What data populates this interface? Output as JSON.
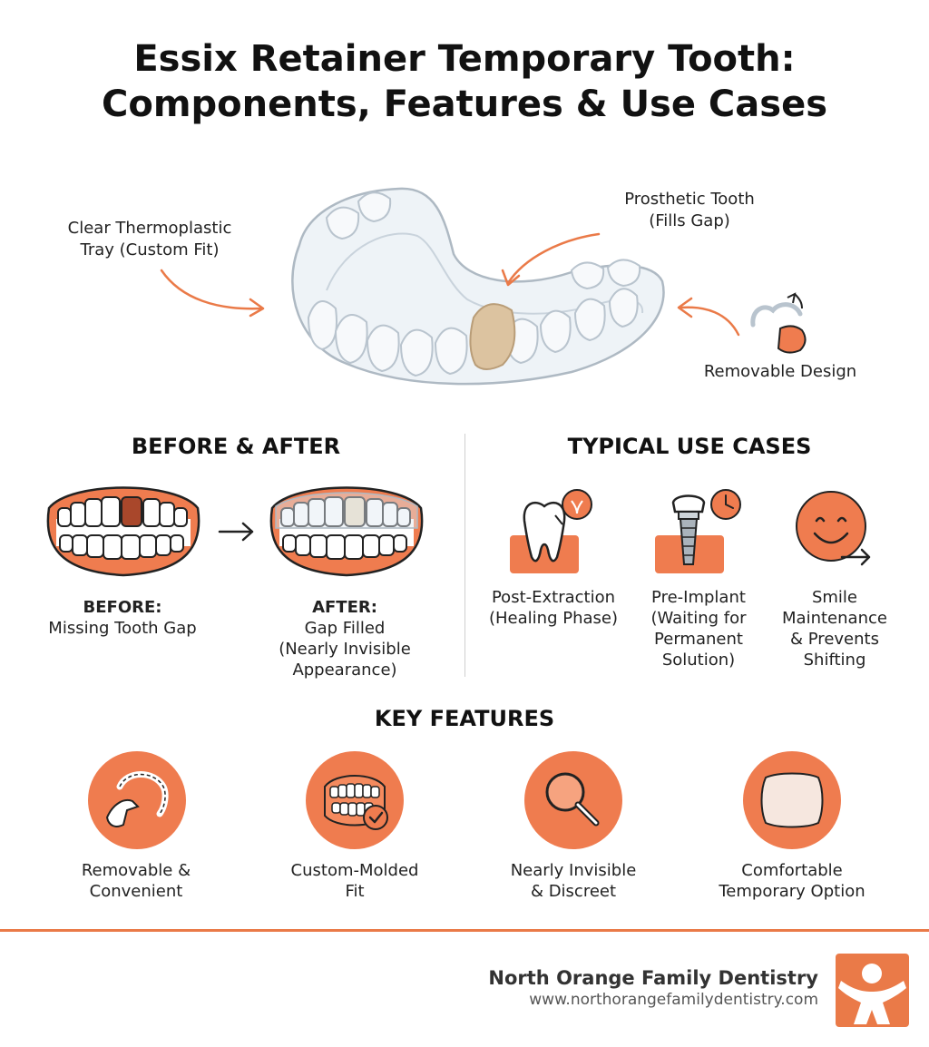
{
  "title": {
    "line1": "Essix Retainer Temporary Tooth:",
    "line2": "Components, Features & Use Cases"
  },
  "callouts": {
    "tray": {
      "line1": "Clear Thermoplastic",
      "line2": "Tray (Custom Fit)"
    },
    "prosthetic": {
      "line1": "Prosthetic Tooth",
      "line2": "(Fills Gap)"
    },
    "removable": "Removable Design"
  },
  "before_after": {
    "heading": "BEFORE & AFTER",
    "before": {
      "label": "BEFORE:",
      "text": "Missing Tooth Gap"
    },
    "after": {
      "label": "AFTER:",
      "line1": "Gap Filled",
      "line2": "(Nearly Invisible",
      "line3": "Appearance)"
    }
  },
  "use_cases": {
    "heading": "TYPICAL USE CASES",
    "items": [
      {
        "line1": "Post-Extraction",
        "line2": "(Healing Phase)",
        "icon": "extraction-tooth-icon"
      },
      {
        "line1": "Pre-Implant",
        "line2": "(Waiting for",
        "line3": "Permanent",
        "line4": "Solution)",
        "icon": "implant-clock-icon"
      },
      {
        "line1": "Smile",
        "line2": "Maintenance",
        "line3": "& Prevents",
        "line4": "Shifting",
        "icon": "smile-arrow-icon"
      }
    ]
  },
  "key_features": {
    "heading": "KEY FEATURES",
    "items": [
      {
        "line1": "Removable &",
        "line2": "Convenient",
        "icon": "hand-retainer-icon"
      },
      {
        "line1": "Custom-Molded",
        "line2": "Fit",
        "icon": "teeth-check-icon"
      },
      {
        "line1": "Nearly Invisible",
        "line2": "& Discreet",
        "icon": "magnifier-icon"
      },
      {
        "line1": "Comfortable",
        "line2": "Temporary Option",
        "icon": "pillow-icon"
      }
    ]
  },
  "footer": {
    "brand": "North Orange Family Dentistry",
    "url": "www.northorangefamilydentistry.com"
  },
  "colors": {
    "accent": "#ea7a48",
    "gum": "#ef7c4f",
    "prosthetic": "#dcc3a0",
    "gap": "#a9472b"
  }
}
